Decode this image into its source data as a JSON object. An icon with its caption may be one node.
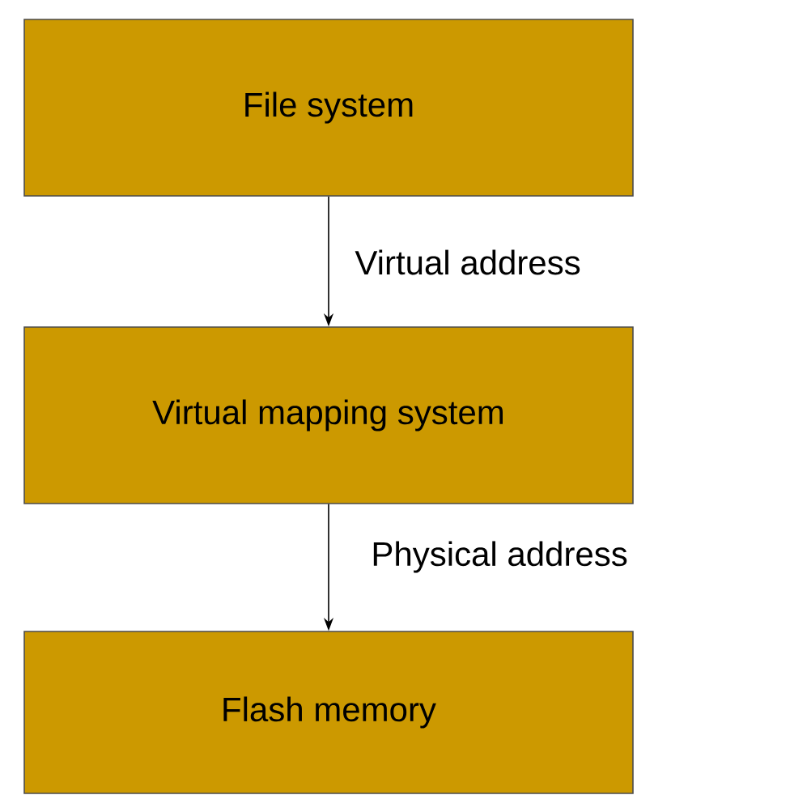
{
  "diagram": {
    "nodes": [
      {
        "text": [
          "File system"
        ]
      },
      {
        "text": [
          "Virtual mapping system"
        ]
      },
      {
        "text": [
          "Flash memory"
        ]
      }
    ],
    "edges": [
      {
        "from": 0,
        "to": 1,
        "arrow": "to",
        "label": "Virtual address"
      },
      {
        "from": 1,
        "to": 2,
        "arrow": "to",
        "label": "Physical address"
      }
    ]
  }
}
